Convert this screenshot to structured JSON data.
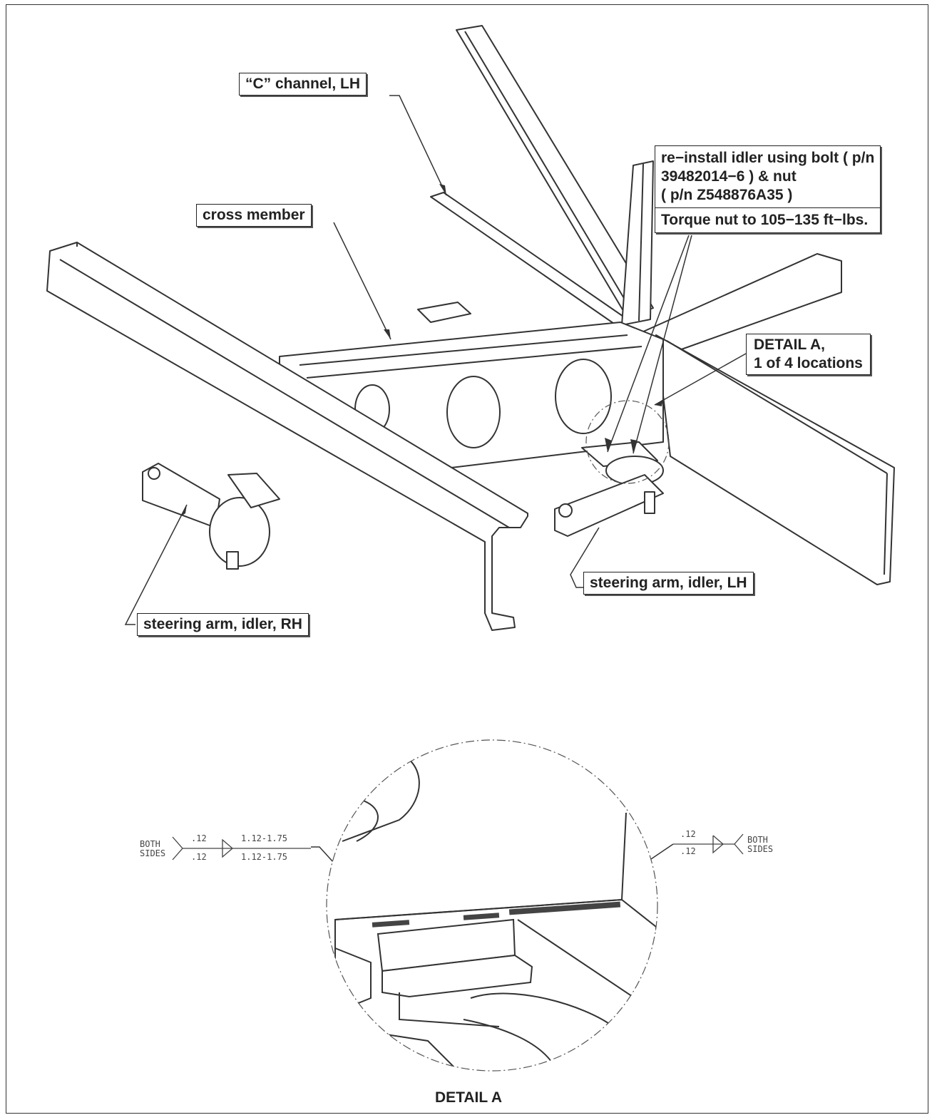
{
  "callouts": {
    "c_channel": "“C” channel, LH",
    "cross_member": "cross member",
    "reinstall_1": "re−install idler using bolt ( p/n",
    "reinstall_2": "39482014−6 ) & nut",
    "reinstall_3": "( p/n Z548876A35 )",
    "torque": "Torque nut to 105−135 ft−lbs.",
    "detail_a_1": "DETAIL A,",
    "detail_a_2": "1 of 4 locations",
    "steer_lh": "steering arm, idler, LH",
    "steer_rh": "steering arm, idler, RH"
  },
  "weld_left": {
    "side_1": "BOTH",
    "side_2": "SIDES",
    "size_top": ".12",
    "size_bottom": ".12",
    "length_top": "1.12-1.75",
    "length_bottom": "1.12-1.75"
  },
  "weld_right": {
    "size_top": ".12",
    "size_bottom": ".12",
    "side_1": "BOTH",
    "side_2": "SIDES"
  },
  "detail_title": "DETAIL A"
}
